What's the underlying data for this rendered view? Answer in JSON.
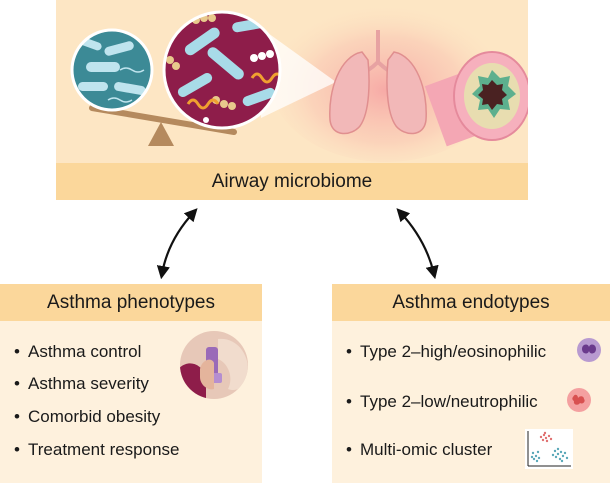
{
  "microbiome": {
    "label": "Airway microbiome"
  },
  "phenotypes": {
    "header": "Asthma phenotypes",
    "items": [
      "Asthma control",
      "Asthma severity",
      "Comorbid obesity",
      "Treatment response"
    ]
  },
  "endotypes": {
    "header": "Asthma endotypes",
    "items": [
      "Type 2–high/eosinophilic",
      "Type 2–low/neutrophilic",
      "Multi-omic cluster"
    ]
  },
  "colors": {
    "panel_fill": "#fde6c4",
    "label_bar": "#fbd79b",
    "lower_panel_fill": "#fef1dd",
    "eosinophil": "#8a5aa8",
    "neutrophil": "#e06a6a"
  }
}
